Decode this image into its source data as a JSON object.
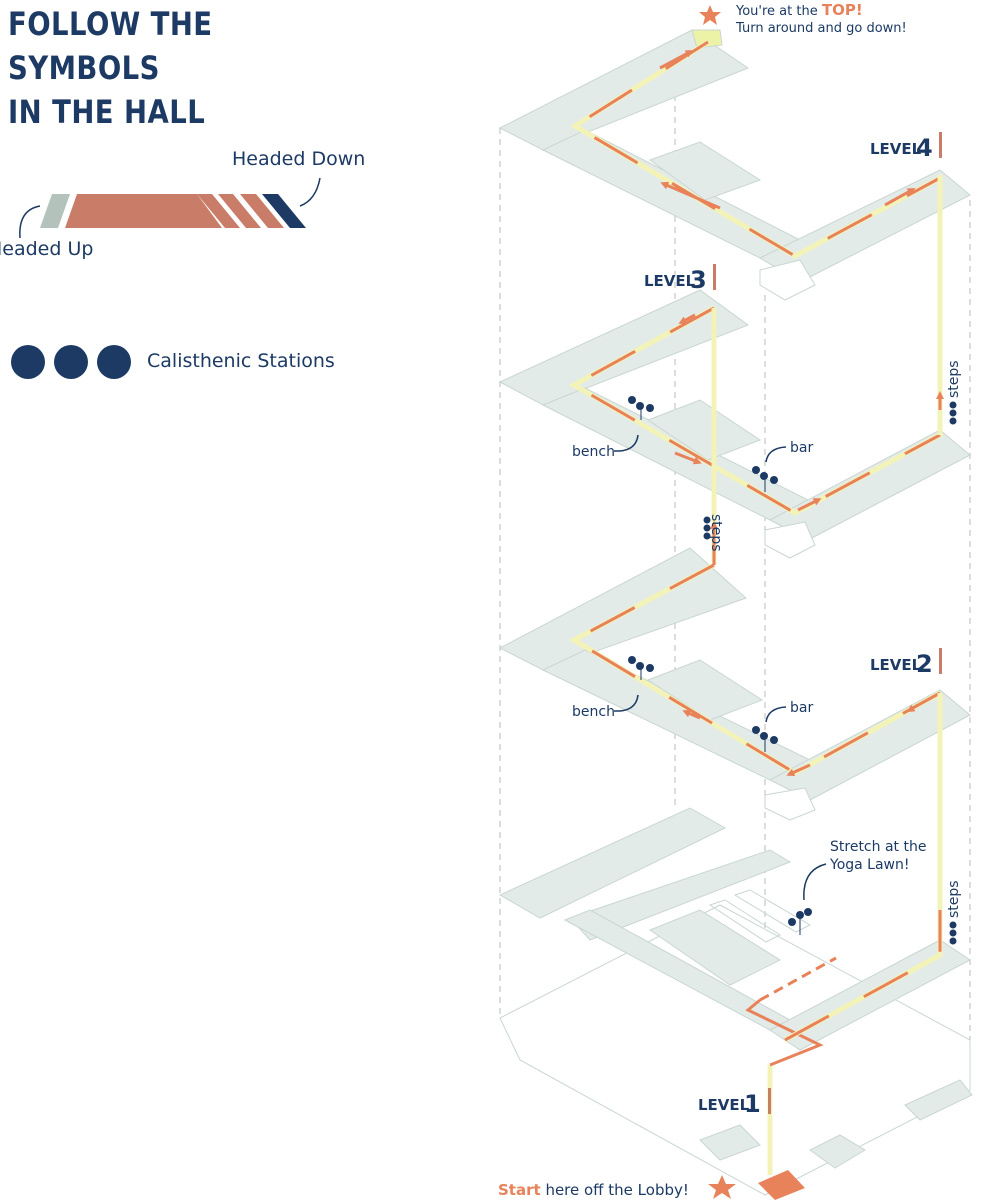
{
  "title": {
    "line1": "FOLLOW THE SYMBOLS",
    "line2": "IN THE HALL"
  },
  "legend": {
    "headed_down": "Headed Down",
    "headed_up": "Headed Up",
    "stations": "Calisthenic Stations"
  },
  "top_note": {
    "prefix": "You're at the ",
    "emphasis": "TOP!",
    "line2": "Turn around and go down!"
  },
  "levels": {
    "l1": {
      "word": "LEVEL",
      "num": "1"
    },
    "l2": {
      "word": "LEVEL",
      "num": "2"
    },
    "l3": {
      "word": "LEVEL",
      "num": "3"
    },
    "l4": {
      "word": "LEVEL",
      "num": "4"
    }
  },
  "labels": {
    "bench": "bench",
    "bar": "bar",
    "steps": "steps",
    "yoga_line1": "Stretch at the",
    "yoga_line2": "Yoga Lawn!"
  },
  "start": {
    "emphasis": "Start",
    "rest": " here off the Lobby!"
  },
  "colors": {
    "navy": "#1c3a64",
    "salmon": "#c97c68",
    "orange": "#e8825a",
    "slab": "#e3ebe8",
    "path_yellow": "#f3f3b8",
    "sage": "#b3c3bb"
  }
}
